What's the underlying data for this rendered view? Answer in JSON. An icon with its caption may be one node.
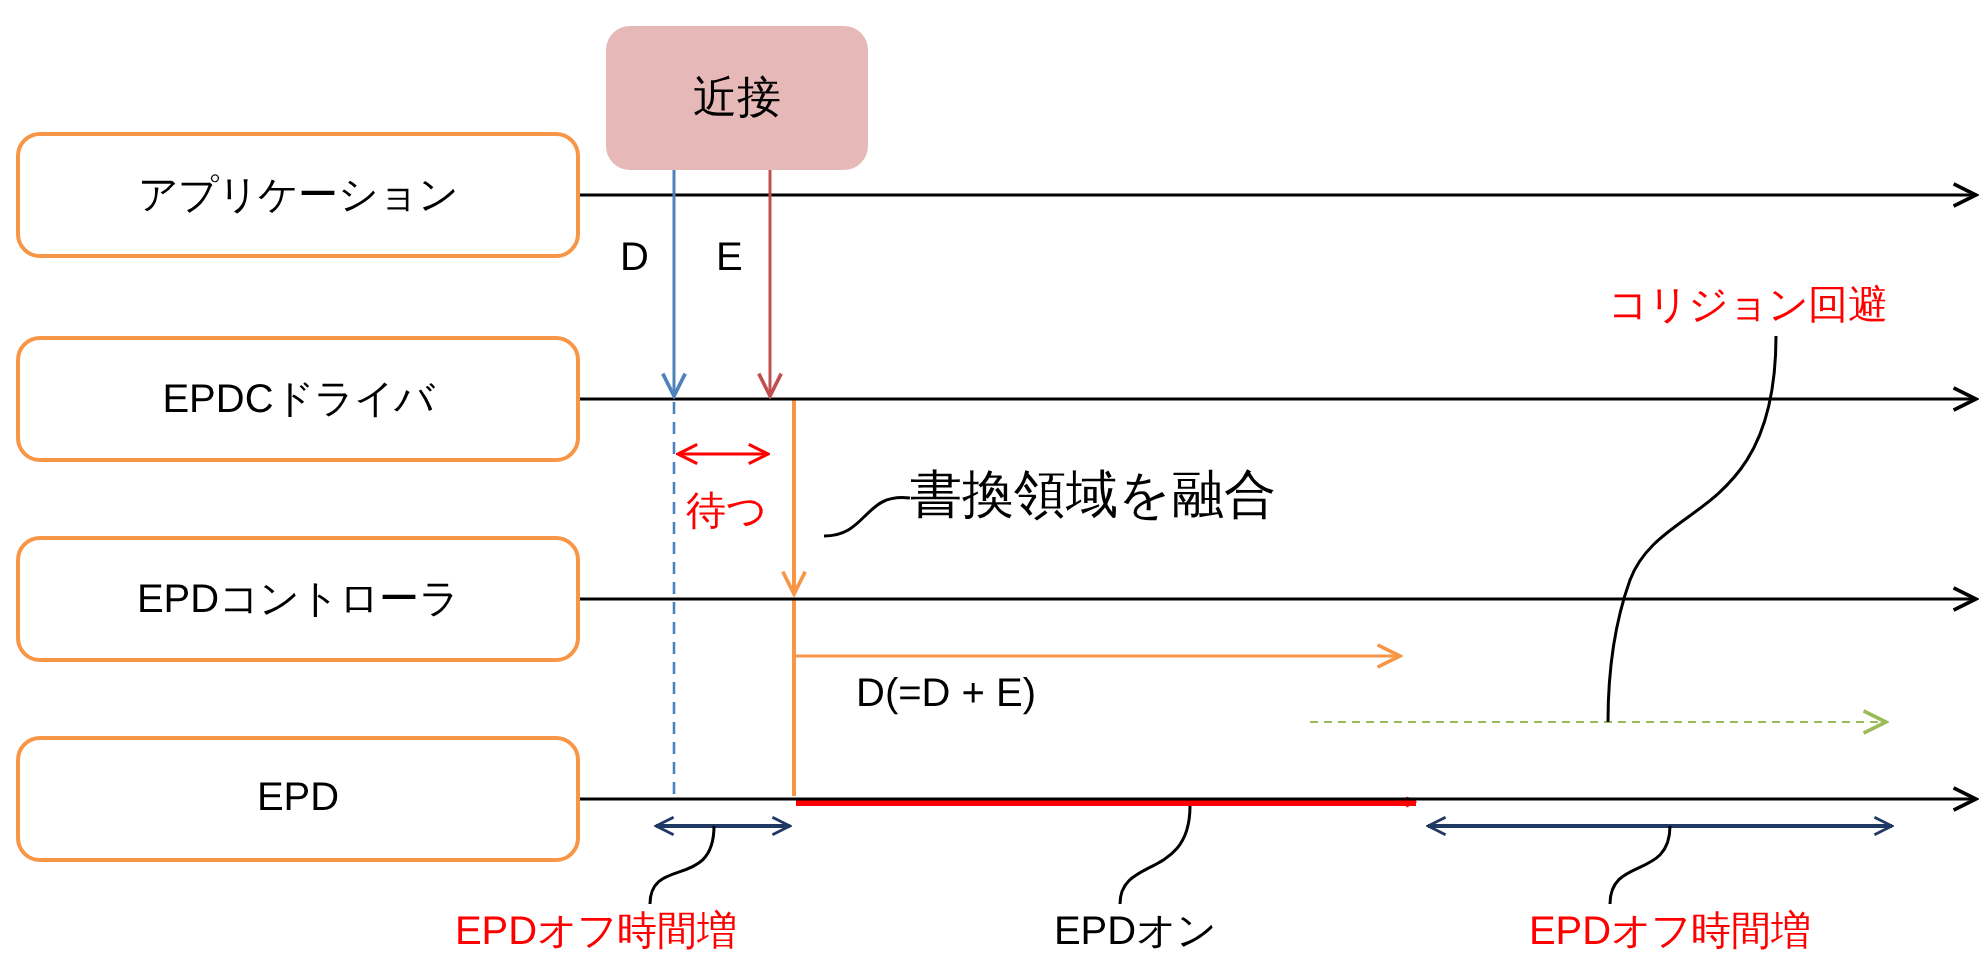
{
  "diagram": {
    "nodes": [
      {
        "text": [
          "アプリケーション"
        ]
      },
      {
        "text": [
          "EPDCドライバ"
        ]
      },
      {
        "text": [
          "EPDコントローラ"
        ]
      },
      {
        "text": [
          "EPD"
        ]
      },
      {
        "text": [
          "近接"
        ]
      },
      {
        "text": [
          "書換領域を融合"
        ]
      },
      {
        "text": [
          "コリジョン回避"
        ]
      },
      {
        "text": [
          "EPDオフ時間増"
        ]
      },
      {
        "text": [
          "EPDオン"
        ]
      },
      {
        "text": [
          "EPDオフ時間増"
        ]
      }
    ],
    "edges": [
      {
        "from": 0,
        "to": null,
        "arrow": "to"
      },
      {
        "from": 1,
        "to": null,
        "arrow": "to"
      },
      {
        "from": 2,
        "to": null,
        "arrow": "to"
      },
      {
        "from": 3,
        "to": null,
        "arrow": "to"
      },
      {
        "from": 4,
        "to": null,
        "arrow": "to",
        "color": "#4f81bd",
        "label": "D"
      },
      {
        "from": 4,
        "to": null,
        "arrow": "to",
        "color": "#c0504d",
        "label": "E"
      },
      {
        "from": 5,
        "to": null,
        "arrow": "none"
      },
      {
        "from": 6,
        "to": null,
        "arrow": "none"
      },
      {
        "from": 7,
        "to": null,
        "arrow": "none"
      },
      {
        "from": 8,
        "to": null,
        "arrow": "none"
      },
      {
        "from": 9,
        "to": null,
        "arrow": "none"
      }
    ],
    "labels": [
      "待つ",
      "D(=D + E)"
    ]
  }
}
